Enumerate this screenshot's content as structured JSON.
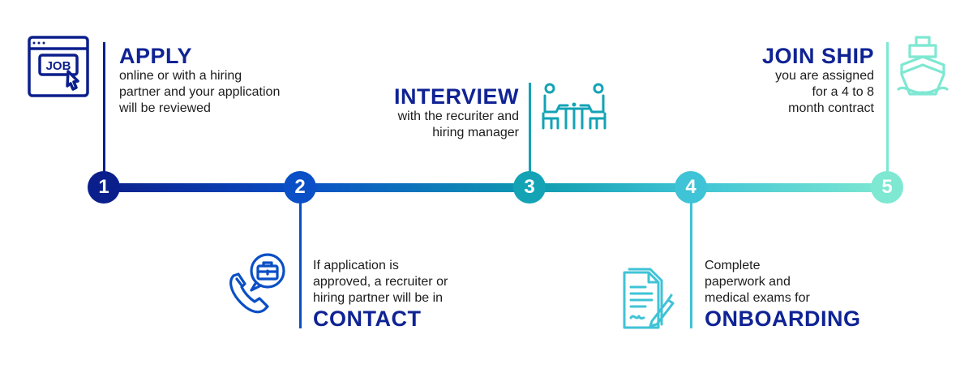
{
  "title": "Hiring process timeline",
  "steps": [
    {
      "number": "1",
      "heading": "APPLY",
      "description_lines": [
        "online or with a hiring",
        "partner and your application",
        "will be reviewed"
      ],
      "icon": "job-application-icon",
      "color": "#0b1f8c"
    },
    {
      "number": "2",
      "heading": "CONTACT",
      "description_lines": [
        "If application is",
        "approved, a recruiter or",
        "hiring partner will be in"
      ],
      "icon": "phone-briefcase-icon",
      "color": "#0a4fc5"
    },
    {
      "number": "3",
      "heading": "INTERVIEW",
      "description_lines": [
        "with the recuriter and",
        "hiring manager"
      ],
      "icon": "interview-table-icon",
      "color": "#13a3b5"
    },
    {
      "number": "4",
      "heading": "ONBOARDING",
      "description_lines": [
        "Complete",
        "paperwork and",
        "medical exams for"
      ],
      "icon": "document-signature-icon",
      "color": "#3fc3d6"
    },
    {
      "number": "5",
      "heading": "JOIN SHIP",
      "description_lines": [
        "you are assigned",
        "for a 4 to 8",
        "month contract"
      ],
      "icon": "ship-icon",
      "color": "#7ee8d2"
    }
  ]
}
